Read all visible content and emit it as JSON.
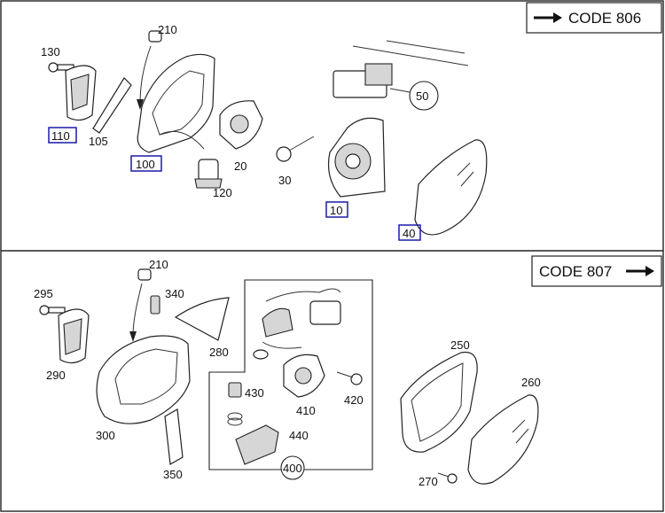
{
  "code_top": "CODE 806",
  "code_bottom": "CODE 807",
  "top_labels": {
    "p210": "210",
    "p130": "130",
    "p110": "110",
    "p105": "105",
    "p100": "100",
    "p120": "120",
    "p20": "20",
    "p30": "30",
    "p10": "10",
    "p50": "50",
    "p40": "40"
  },
  "bottom_labels": {
    "p210": "210",
    "p295": "295",
    "p340": "340",
    "p290": "290",
    "p280": "280",
    "p300": "300",
    "p350": "350",
    "p430": "430",
    "p410": "410",
    "p420": "420",
    "p440": "440",
    "p400": "400",
    "p250": "250",
    "p260": "260",
    "p270": "270"
  },
  "colors": {
    "highlight_box": "#1a1aa8",
    "line": "#222222"
  }
}
